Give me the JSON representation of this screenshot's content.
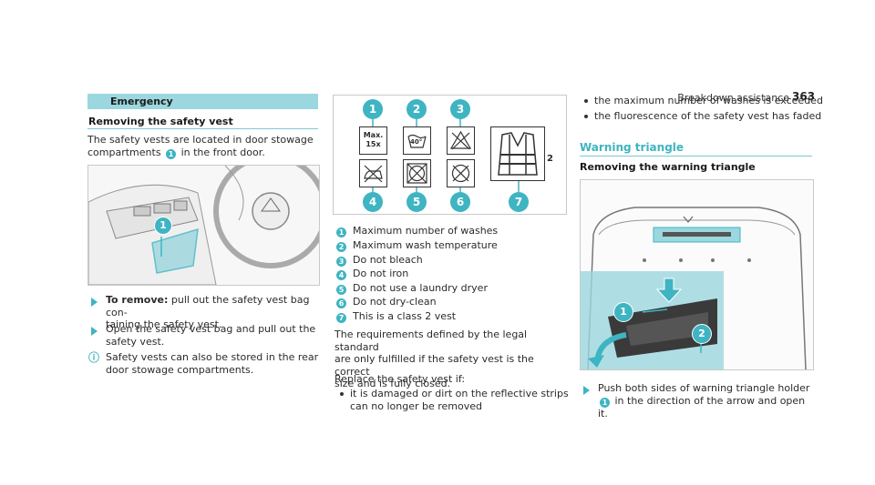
{
  "running_header": {
    "title": "Breakdown assistance",
    "page_number": "363"
  },
  "left": {
    "section_title": "Emergency",
    "subheading": "Removing the safety vest",
    "intro_pre": "The safety vests are located in door stowage",
    "intro_line2_pre": "compartments",
    "intro_badge": "1",
    "intro_line2_post": "in the front door.",
    "step1_bold": "To remove:",
    "step1_line1": " pull out the safety vest bag con-",
    "step1_line2": "taining the safety vest.",
    "step2_line1": "Open the safety vest bag and pull out the",
    "step2_line2": "safety vest.",
    "note_line1": "Safety vests can also be stored in the rear",
    "note_line2": "door stowage compartments.",
    "image_callout": "1"
  },
  "middle": {
    "care_top_labels": [
      "1",
      "2",
      "3"
    ],
    "care_bottom_labels": [
      "4",
      "5",
      "6",
      "7"
    ],
    "care_max_text_1": "Max.",
    "care_max_text_2": "15x",
    "care_wash_temp": "40°",
    "vest_class": "2",
    "legend": [
      {
        "num": "1",
        "text": "Maximum number of washes"
      },
      {
        "num": "2",
        "text": "Maximum wash temperature"
      },
      {
        "num": "3",
        "text": "Do not bleach"
      },
      {
        "num": "4",
        "text": "Do not iron"
      },
      {
        "num": "5",
        "text": "Do not use a laundry dryer"
      },
      {
        "num": "6",
        "text": "Do not dry-clean"
      },
      {
        "num": "7",
        "text": "This is a class 2 vest"
      }
    ],
    "req_line1": "The requirements defined by the legal standard",
    "req_line2": "are only fulfilled if the safety vest is the correct",
    "req_line3": "size and is fully closed.",
    "replace_line": "Replace the safety vest if:",
    "bullet1_line1": "it is damaged or dirt on the reflective strips",
    "bullet1_line2": "can no longer be removed"
  },
  "right": {
    "bullet2": "the maximum number of washes is exceeded",
    "bullet3": "the fluorescence of the safety vest has faded",
    "section_heading": "Warning triangle",
    "subheading": "Removing the warning triangle",
    "image_callouts": [
      "1",
      "2"
    ],
    "step_line1": "Push both sides of warning triangle holder",
    "step_badge": "1",
    "step_line2": "in the direction of the arrow and open it."
  },
  "colors": {
    "accent": "#3fb4c2",
    "highlight": "#9bd7de"
  },
  "icons": [
    "arrow-bullet-icon",
    "info-note-icon",
    "number-badge-icon"
  ]
}
